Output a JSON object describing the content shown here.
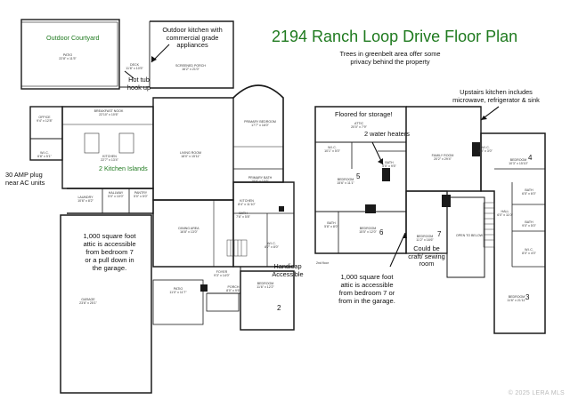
{
  "title": "2194 Ranch Loop Drive Floor Plan",
  "subtitle": "Trees in greenbelt area offer some privacy behind the property",
  "watermark": "© 2025 LERA MLS",
  "colors": {
    "annotation": "#1f7a1f",
    "wall": "#1a1a1a",
    "arrow": "#111111"
  },
  "callouts": {
    "outdoor_courtyard": "Outdoor Courtyard",
    "outdoor_kitchen": "Outdoor kitchen with commercial grade appliances",
    "hot_tub": "Hot tub hook up",
    "kitchen_islands": "2 Kitchen Islands",
    "amp_plug": "30 AMP plug near AC units",
    "attic_left": "1,000 square foot attic is accessible from bedroom 7 or a pull down in the garage.",
    "handicap": "Handicap Accessible",
    "floored_storage": "Floored for storage!",
    "water_heaters": "2 water heaters",
    "upstairs_kitchen": "Upstairs kitchen includes microwave, refrigerator & sink",
    "craft_room": "Could be craft/ sewing room",
    "attic_right": "1,000 square foot attic is accessible from bedroom 7 or from in the garage."
  },
  "room_numbers": {
    "bed2": "2",
    "bed3": "3",
    "bed4": "4",
    "bed5": "5",
    "bed6": "6",
    "bed7": "7"
  },
  "room_labels": {
    "patio_top": "PATIO\n22'8\" x 11'5\"",
    "deck": "DECK\n11'8\" x 10'5\"",
    "screened_porch": "SCREENED PORCH\n16'2\" x 21'0\"",
    "office": "OFFICE\n9'4\" x 12'8\"",
    "wic_office": "W.I.C.\n6'8\" x 5'1\"",
    "breakfast_nook": "BREAKFAST NOOK\n22'10\" x 10'6\"",
    "kitchen_main": "KITCHEN\n22'7\" x 13'4\"",
    "living_room": "LIVING ROOM\n18'0\" x 15'11\"",
    "primary_bedroom": "PRIMARY BEDROOM\n17'7\" x 16'0\"",
    "primary_bath": "PRIMARY BATH\n19'6\" x 10'6\"",
    "laundry": "LAUNDRY\n10'6\" x 8'2\"",
    "hallway": "HALLWAY\n5'0\" x 10'0\"",
    "pantry": "PANTRY\n5'0\" x 5'0\"",
    "kitchen_small": "KITCHEN\n8'4\" x 11'10\"",
    "bath_small": "BATH\n7'6\" x 5'8\"",
    "dining_area": "DINING AREA\n16'8\" x 13'0\"",
    "wic_main": "W.I.C.\n8'7\" x 8'0\"",
    "garage": "GARAGE\n23'6\" x 25'1\"",
    "foyer": "FOYER\n9'3\" x 14'0\"",
    "patio_front": "PATIO\n11'0\" x 11'7\"",
    "bedroom2": "BEDROOM\n11'6\" x 12'2\"",
    "porch": "PORCH\n8'0\" x 9'6\"",
    "attic_up": "ATTIC\n20'0\" x 7'9\"",
    "wic_up": "W.I.C.\n10'1\" x 5'0\"",
    "bedroom5": "BEDROOM\n15'6\" x 11'1\"",
    "bath_up": "BATH\n5'5\" x 9'5\"",
    "bath_up2": "BATH\n5'8\" x 8'0\"",
    "bedroom6": "BEDROOM\n15'5\" x 12'0\"",
    "family_room": "FAMILY ROOM\n20'2\" x 29'4\"",
    "bedroom7": "BEDROOM\n11'2\" x 16'6\"",
    "open_to_below": "OPEN TO BELOW",
    "wic_up2": "W.I.C.\n4'8\" x 3'0\"",
    "bedroom4": "BEDROOM\n10'3\" x 15'10\"",
    "hall_up": "HALL\n6'0\" x 11'0\"",
    "bath_up3": "BATH\n6'5\" x 6'0\"",
    "bath_up4": "BATH\n9'0\" x 5'0\"",
    "wic_up3": "W.I.C.\n8'0\" x 4'0\"",
    "bedroom3": "BEDROOM\n11'6\" x 21'11\"",
    "floor_tag": "2nd floor"
  }
}
